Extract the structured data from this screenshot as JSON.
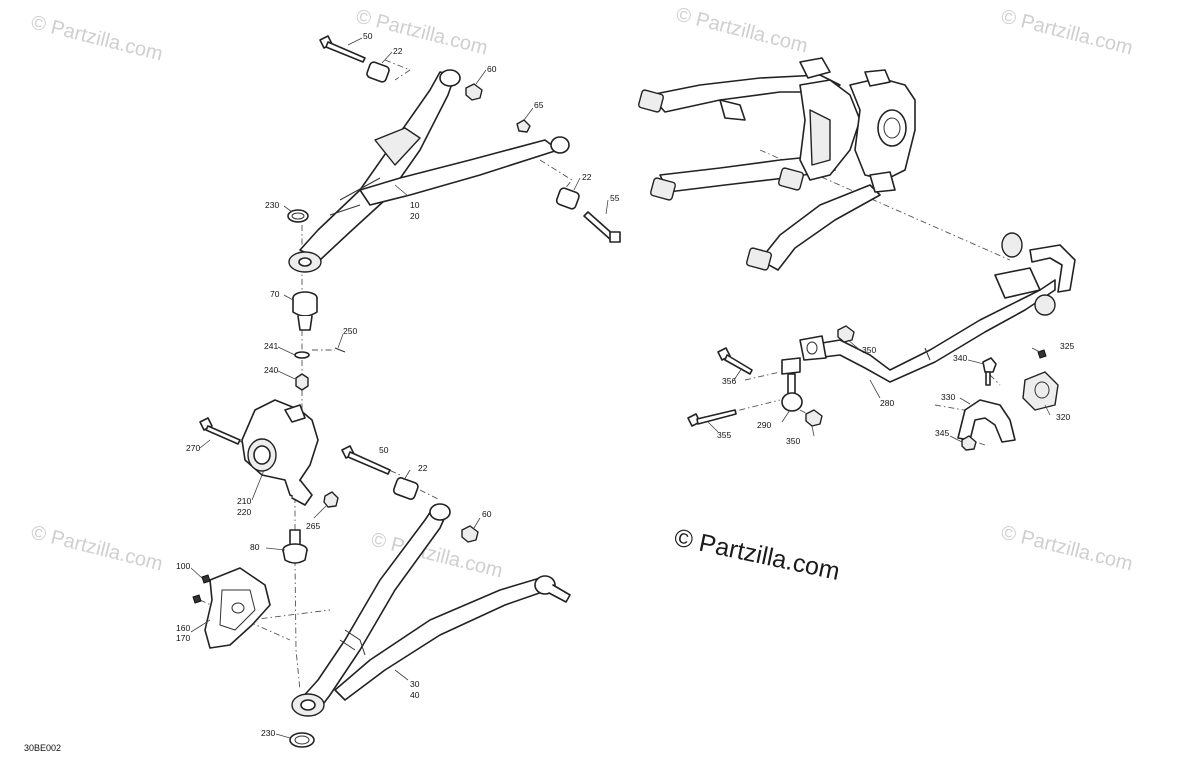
{
  "diagram": {
    "reference_code": "30BE002",
    "copyright_text": "© Partzilla.com",
    "watermark_text": "© Partzilla.com",
    "callouts": {
      "c50a": "50",
      "c22a": "22",
      "c60a": "60",
      "c65": "65",
      "c22b": "22",
      "c55": "55",
      "c10": "10",
      "c20": "20",
      "c230a": "230",
      "c70": "70",
      "c250": "250",
      "c241": "241",
      "c240": "240",
      "c270": "270",
      "c210": "210",
      "c220": "220",
      "c265": "265",
      "c50b": "50",
      "c22c": "22",
      "c60b": "60",
      "c80": "80",
      "c100": "100",
      "c160": "160",
      "c170": "170",
      "c30": "30",
      "c40": "40",
      "c230b": "230",
      "c350a": "350",
      "c356": "356",
      "c280": "280",
      "c355": "355",
      "c290": "290",
      "c350b": "350",
      "c340": "340",
      "c325": "325",
      "c330": "330",
      "c320": "320",
      "c345": "345"
    }
  }
}
